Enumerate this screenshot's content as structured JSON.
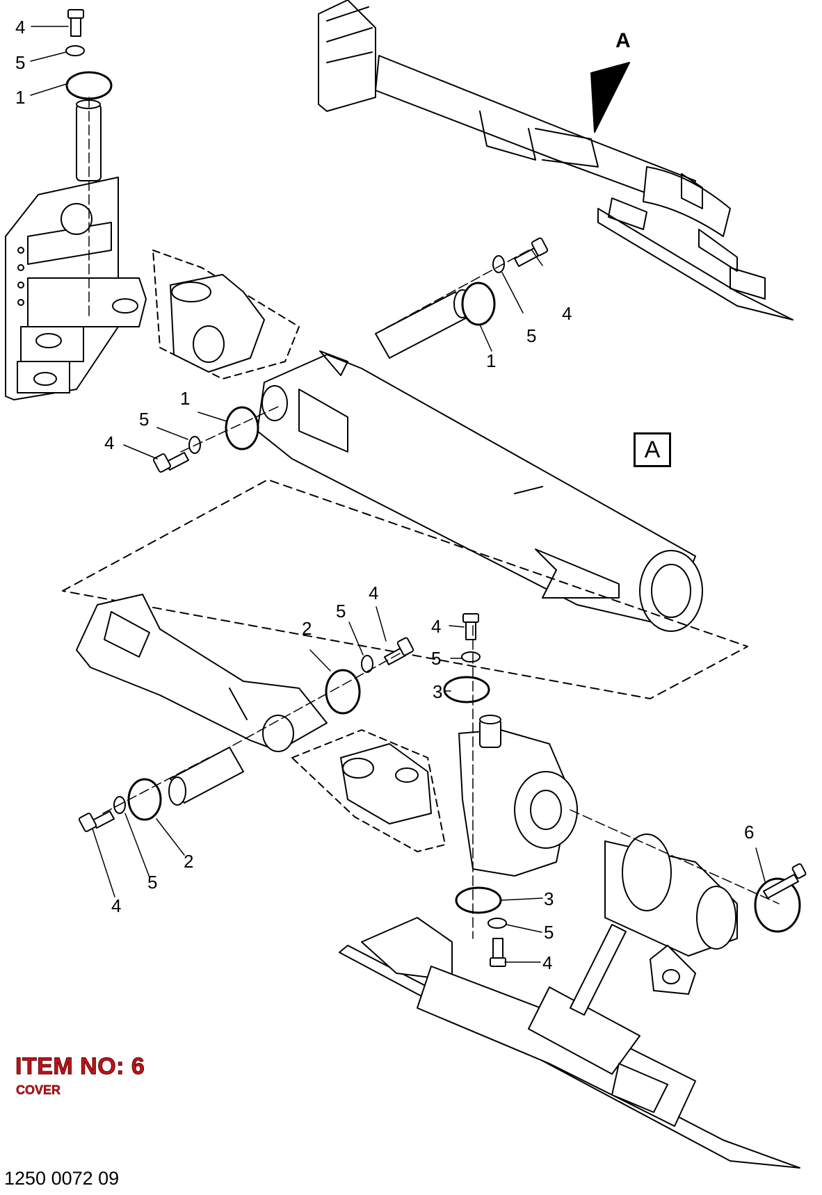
{
  "view": {
    "marker": "A",
    "boxed_marker": "A"
  },
  "callouts": [
    {
      "id": "c1",
      "text": "4"
    },
    {
      "id": "c2",
      "text": "5"
    },
    {
      "id": "c3",
      "text": "1"
    },
    {
      "id": "c4",
      "text": "4"
    },
    {
      "id": "c5",
      "text": "5"
    },
    {
      "id": "c6",
      "text": "1"
    },
    {
      "id": "c7",
      "text": "1"
    },
    {
      "id": "c8",
      "text": "5"
    },
    {
      "id": "c9",
      "text": "4"
    },
    {
      "id": "c10",
      "text": "2"
    },
    {
      "id": "c11",
      "text": "5"
    },
    {
      "id": "c12",
      "text": "4"
    },
    {
      "id": "c13",
      "text": "4"
    },
    {
      "id": "c14",
      "text": "5"
    },
    {
      "id": "c15",
      "text": "3"
    },
    {
      "id": "c16",
      "text": "2"
    },
    {
      "id": "c17",
      "text": "5"
    },
    {
      "id": "c18",
      "text": "4"
    },
    {
      "id": "c19",
      "text": "6"
    },
    {
      "id": "c20",
      "text": "3"
    },
    {
      "id": "c21",
      "text": "5"
    },
    {
      "id": "c22",
      "text": "4"
    }
  ],
  "item": {
    "label": "ITEM NO: 6",
    "description": "COVER"
  },
  "drawing_number": "1250 0072 09",
  "colors": {
    "line": "#000000",
    "item_text": "#c0141b"
  }
}
